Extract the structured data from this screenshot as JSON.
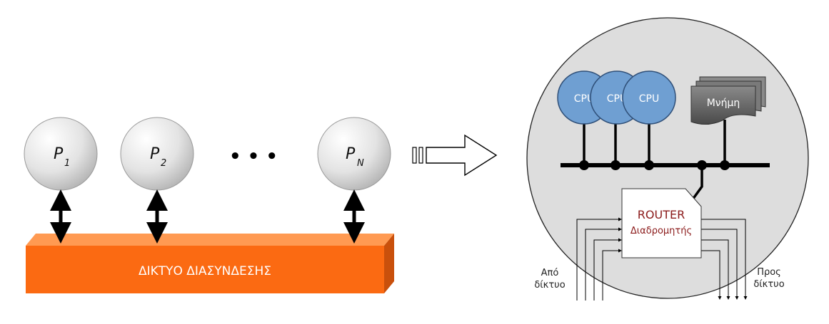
{
  "left": {
    "processors": [
      {
        "letter": "P",
        "sub": "1"
      },
      {
        "letter": "P",
        "sub": "2"
      },
      {
        "letter": "P",
        "sub": "N"
      }
    ],
    "ellipsis": "• • •",
    "network_label": "ΔΙΚΤΥΟ ΔΙΑΣΥΝΔΕΣΗΣ"
  },
  "right": {
    "cpus": [
      "CPU",
      "CPU",
      "CPU"
    ],
    "memory_label": "Μνήμη",
    "router_title": "ROUTER",
    "router_subtitle": "Διαδρομητής",
    "from_label": [
      "Από",
      "δίκτυο"
    ],
    "to_label": [
      "Προς",
      "δίκτυο"
    ]
  },
  "colors": {
    "network_front": "#fb6a12",
    "network_top": "#ff9a52",
    "network_side": "#c9500c",
    "cpu_fill": "#6f9fd2",
    "cpu_stroke": "#2f4f78",
    "node_circle": "#dddddd",
    "memory_fill": "#6a6a6a",
    "router_title": "#8b1a1a"
  }
}
